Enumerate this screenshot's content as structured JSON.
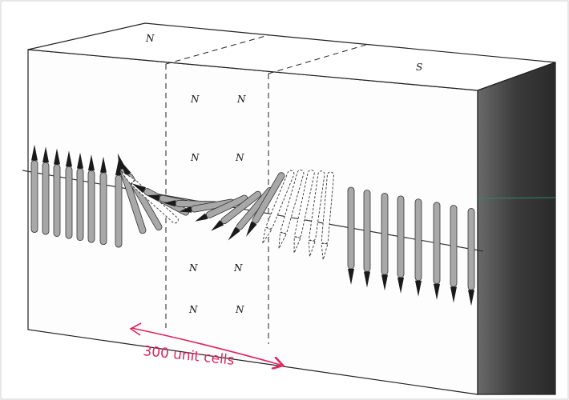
{
  "labels": {
    "top_face_left": "N",
    "right_region": "S",
    "wall_column_left": "N",
    "wall_column_right": "N"
  },
  "annotation": {
    "text": "300 unit cells",
    "color": "#e0245e"
  },
  "colors": {
    "box_edge": "#222222",
    "right_face_dark": "#2b2b2b",
    "needle_body": "#a8a8a8",
    "needle_tip": "#1a1a1a",
    "axis_line": "#333333",
    "green_line": "#2e8b57"
  }
}
